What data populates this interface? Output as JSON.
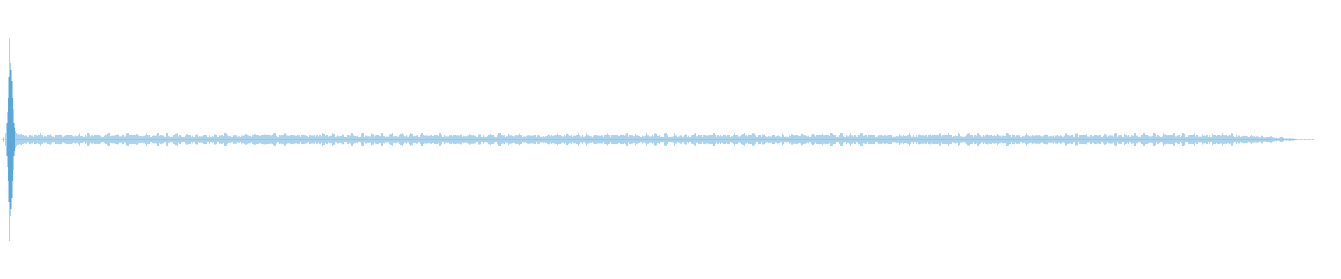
{
  "waveform": {
    "color": "#5aa7dc",
    "transient_peak": 0.73,
    "body_amplitude": 0.035,
    "tail_amplitude": 0.008,
    "has_dashed_tail": true
  }
}
